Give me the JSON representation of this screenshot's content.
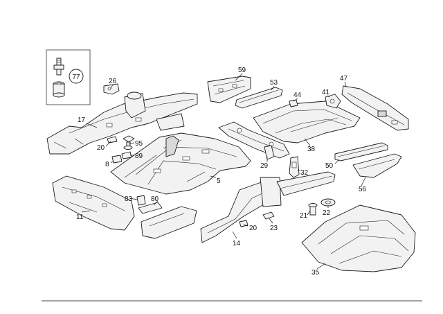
{
  "inset_badge": "77",
  "callouts": {
    "c17": "17",
    "c26": "26",
    "c20a": "20",
    "c95": "95",
    "c89": "89",
    "c8": "8",
    "c59": "59",
    "c53": "53",
    "c44": "44",
    "c41": "41",
    "c47": "47",
    "c29": "29",
    "c38": "38",
    "c32": "32",
    "c50": "50",
    "c56": "56",
    "c5": "5",
    "c11": "11",
    "c83": "83",
    "c80": "80",
    "c20b": "20",
    "c23": "23",
    "c14": "14",
    "c21": "21",
    "c22": "22",
    "c35": "35"
  }
}
